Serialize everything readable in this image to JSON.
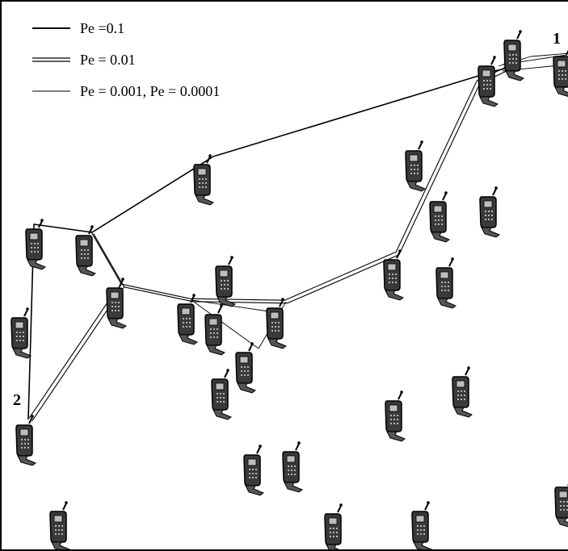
{
  "legend": {
    "items": [
      {
        "label": "Pe =0.1",
        "style": "single"
      },
      {
        "label": "Pe = 0.01",
        "style": "double"
      },
      {
        "label": "Pe = 0.001, Pe = 0.0001",
        "style": "thin"
      }
    ]
  },
  "endpoints": {
    "source_label": "1",
    "destination_label": "2"
  },
  "node_icon": "mobile-phone-icon",
  "colors": {
    "line": "#000000",
    "background": "#ffffff",
    "border": "#000000"
  }
}
